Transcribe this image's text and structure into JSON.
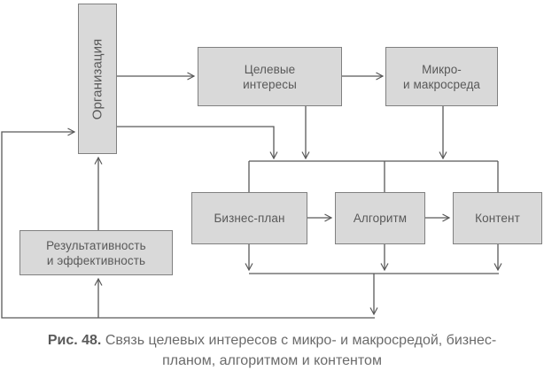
{
  "figure": {
    "nodes": {
      "organization": {
        "label": "Организация"
      },
      "target_interests": {
        "lines": [
          "Целевые",
          "интересы"
        ]
      },
      "micro_macro_env": {
        "lines": [
          "Микро-",
          "и макросреда"
        ]
      },
      "business_plan": {
        "label": "Бизнес-план"
      },
      "algorithm": {
        "label": "Алгоритм"
      },
      "content": {
        "label": "Контент"
      },
      "effectiveness": {
        "lines": [
          "Результативность",
          "и эффективность"
        ]
      }
    },
    "colors": {
      "node_fill": "#d9d9d9",
      "node_border": "#808080",
      "connector": "#595959",
      "node_text": "#595959",
      "caption_text": "#6b6b6b",
      "caption_label": "#5a5a5a",
      "background": "#ffffff"
    },
    "caption": {
      "label": "Рис. 48.",
      "line1": "Связь целевых интересов с микро- и макросредой, бизнес-",
      "line2": "планом, алгоритмом и контентом"
    }
  }
}
